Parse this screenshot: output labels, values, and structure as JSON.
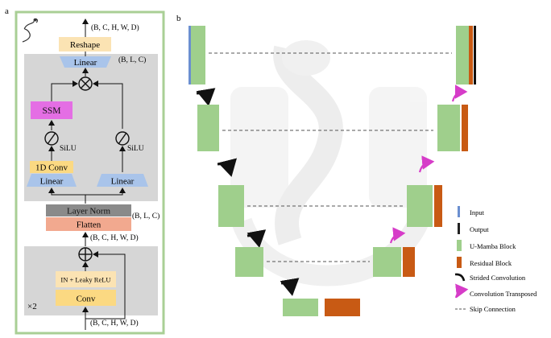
{
  "panel_a": {
    "letter": "a",
    "dims_top": "(B, C, H, W, D)",
    "reshape": "Reshape",
    "linear_top": "Linear",
    "dims_blc_top": "(B, L, C)",
    "ssm": "SSM",
    "silu_left": "SiLU",
    "silu_right": "SiLU",
    "conv1d": "1D Conv",
    "linear_left": "Linear",
    "linear_right": "Linear",
    "layer_norm": "Layer Norm",
    "flatten": "Flatten",
    "dims_blc_mid": "(B, L, C)",
    "dims_mid": "(B, C, H, W, D)",
    "in_relu": "IN + Leaky ReLU",
    "conv": "Conv",
    "repeat": "×2",
    "dims_bottom": "(B, C, H, W, D)"
  },
  "panel_b": {
    "letter": "b"
  },
  "legend": [
    {
      "key": "input",
      "label": "Input",
      "color": "#6b8fd0"
    },
    {
      "key": "output",
      "label": "Output",
      "color": "#222222"
    },
    {
      "key": "umamba",
      "label": "U-Mamba Block",
      "color": "#9fcf8c"
    },
    {
      "key": "residual",
      "label": "Residual Block",
      "color": "#c85a14"
    },
    {
      "key": "strided",
      "label": "Strided Convolution",
      "color": "#111111"
    },
    {
      "key": "transposed",
      "label": "Convolution Transposed",
      "color": "#d63cc8"
    },
    {
      "key": "skip",
      "label": "Skip Connection",
      "color": "#666666"
    }
  ],
  "colors": {
    "frame_green": "#a9cf95",
    "panel_gray": "#d6d6d6",
    "reshape_fill": "#fbe3b3",
    "linear_fill": "#a9c4ea",
    "ssm_fill": "#e46ee4",
    "conv_fill": "#fbd982",
    "layernorm_fill": "#8a8a8a",
    "flatten_fill": "#f2a98f",
    "inrelu_fill": "#fbe3b3",
    "block_green": "#9fcf8c",
    "block_orange": "#c85a14"
  }
}
